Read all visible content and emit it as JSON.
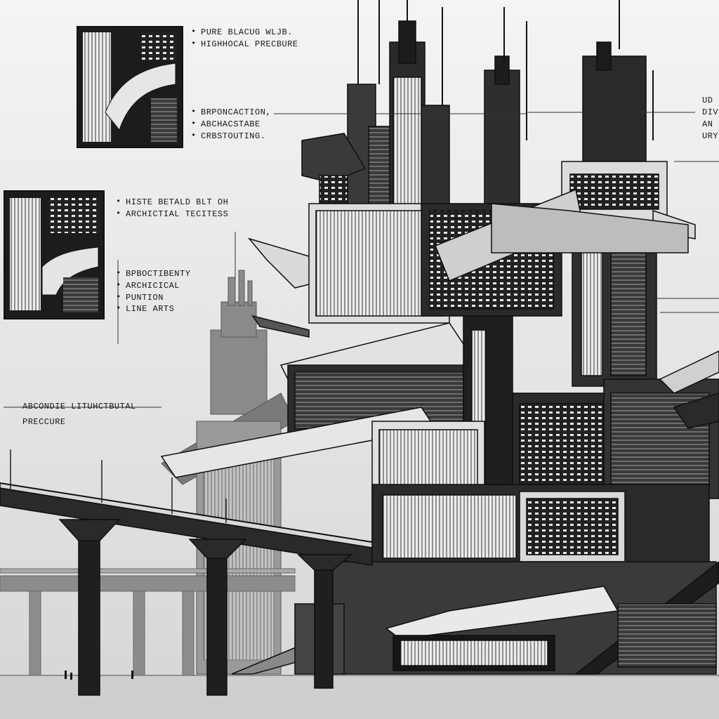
{
  "annotations": {
    "top_left": [
      "PURE BLACUG WLJB.",
      "HIGHHOCAL PRECBURE"
    ],
    "upper_mid": [
      "BRPONCACTION,",
      "ABCHACSTABE",
      "CRBSTOUTING."
    ],
    "mid_left": [
      "HISTE BETALD BLT OH",
      "ARCHICTIAL  TECITESS"
    ],
    "lower_left": [
      "BPBOCTIBENTY",
      "ARCHICICAL",
      "PUNTION",
      "LINE ARTS"
    ],
    "far_left": [
      "ABCONDIE LITUHCTBUTAL",
      "PRECCURE"
    ],
    "right_edge": [
      "UD",
      "DIV",
      "AN",
      "URY"
    ]
  },
  "palette": {
    "paper": "#f4f4f2",
    "ink": "#111111",
    "mid_gray": "#6b6b6b",
    "haze": "#b8b8b8"
  }
}
